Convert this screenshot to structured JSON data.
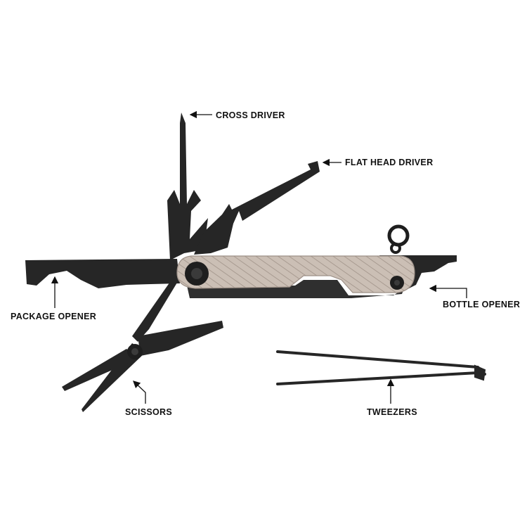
{
  "labels": {
    "cross_driver": "CROSS DRIVER",
    "flat_head_driver": "FLAT HEAD DRIVER",
    "package_opener": "PACKAGE OPENER",
    "bottle_opener": "BOTTLE OPENER",
    "scissors": "SCISSORS",
    "tweezers": "TWEEZERS"
  },
  "colors": {
    "background": "#ffffff",
    "blade": "#262626",
    "handle": "#c9bdb3",
    "handle_ridge": "#a99c92",
    "pivot": "#1e1e1e",
    "text": "#111111"
  },
  "icons": [
    "multitool-body",
    "arrow-icon"
  ]
}
